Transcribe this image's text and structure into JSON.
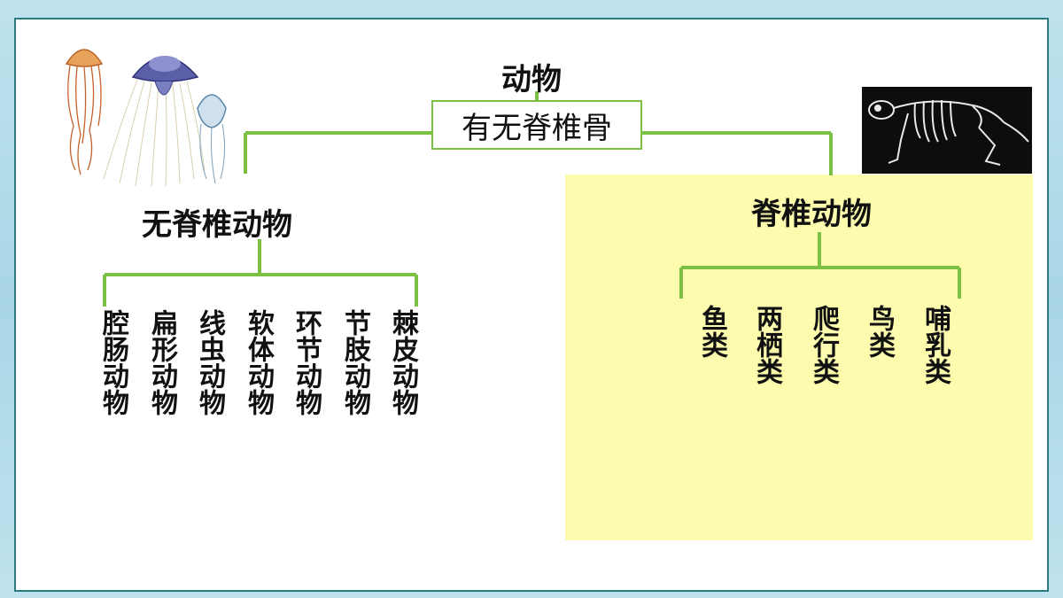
{
  "diagram": {
    "root": "动物",
    "criterion": "有无脊椎骨",
    "invertebrates": {
      "label": "无脊椎动物",
      "children": [
        "腔肠动物",
        "扁形动物",
        "线虫动物",
        "软体动物",
        "环节动物",
        "节肢动物",
        "棘皮动物"
      ]
    },
    "vertebrates": {
      "label": "脊椎动物",
      "children": [
        "鱼类",
        "两栖类",
        "爬行类",
        "鸟类",
        "哺乳类"
      ]
    }
  },
  "colors": {
    "connector": "#7bc043",
    "panel": "#fdfcae",
    "border": "#2c7a7b"
  },
  "icons": [
    "jellyfish-illustration",
    "skeleton-illustration"
  ]
}
